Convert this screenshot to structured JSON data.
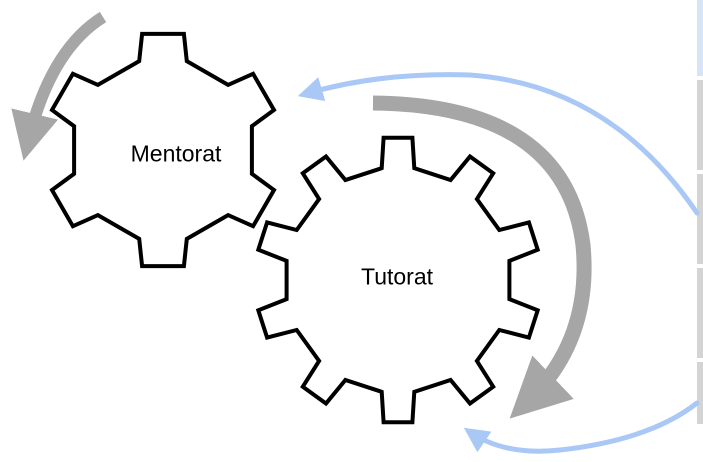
{
  "gears": [
    {
      "id": "mentorat",
      "label": "Mentorat"
    },
    {
      "id": "tutorat",
      "label": "Tutorat"
    }
  ],
  "colors": {
    "background": "#ffffff",
    "gear_outline": "#000000",
    "gear_fill": "#ffffff",
    "rotation_arrow": "#a6a6a6",
    "feedback_arrow": "#a9c8f5",
    "side_panel_top": "#d6e4f7",
    "side_panel": "#d4d4d4"
  }
}
